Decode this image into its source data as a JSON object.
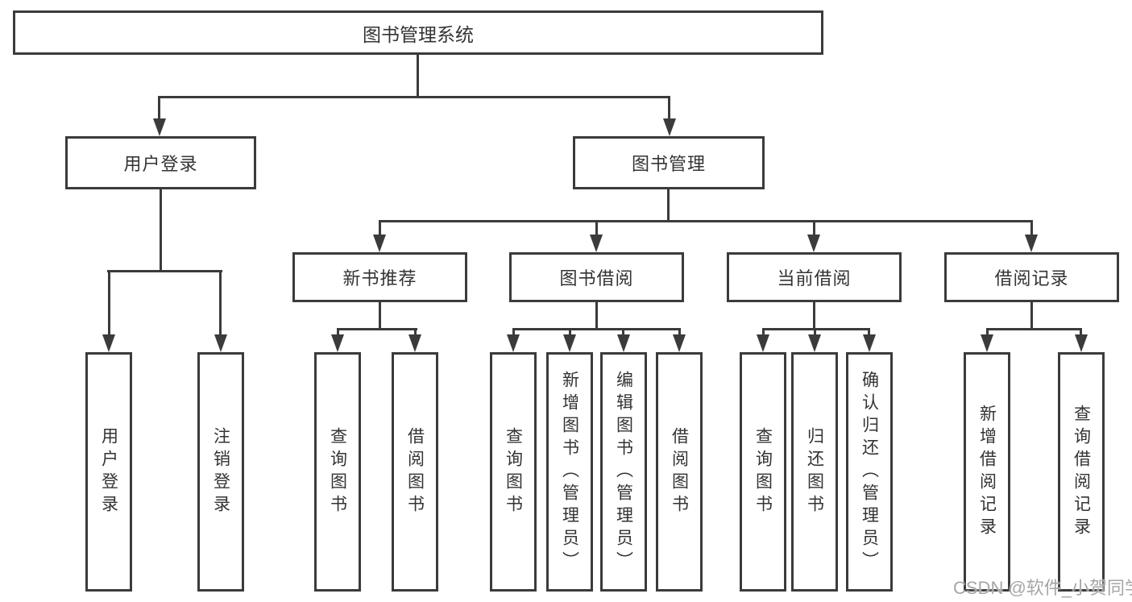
{
  "diagram_type": "hierarchy-tree",
  "tree": {
    "root": "图书管理系统",
    "branches": [
      {
        "label": "用户登录",
        "children": [
          "用户登录",
          "注销登录"
        ]
      },
      {
        "label": "图书管理",
        "children": [
          {
            "label": "新书推荐",
            "children": [
              "查询图书",
              "借阅图书"
            ]
          },
          {
            "label": "图书借阅",
            "children": [
              "查询图书",
              "新增图书（管理员）",
              "编辑图书（管理员）",
              "借阅图书"
            ]
          },
          {
            "label": "当前借阅",
            "children": [
              "查询图书",
              "归还图书",
              "确认归还（管理员）"
            ]
          },
          {
            "label": "借阅记录",
            "children": [
              "新增借阅记录",
              "查询借阅记录"
            ]
          }
        ]
      }
    ]
  },
  "watermark": "CSDN @软件_小贺同学",
  "colors": {
    "line": "#3b3b3b",
    "text": "#333333",
    "background": "#ffffff",
    "watermark": "#a6a6a6"
  }
}
